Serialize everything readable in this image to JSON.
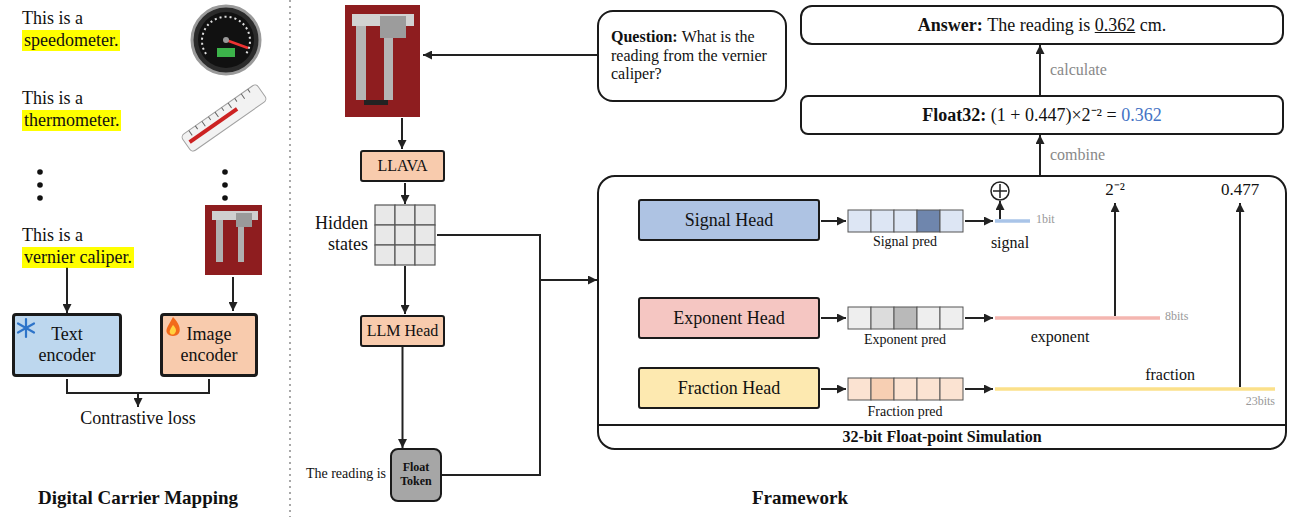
{
  "diagram": {
    "nodes": [
      {
        "text": [
          "speedometer."
        ]
      },
      {
        "text": [
          "thermometer."
        ]
      },
      {
        "text": [
          "vernier caliper."
        ]
      },
      {
        "text": [
          "Text encoder"
        ]
      },
      {
        "text": [
          "Image encoder"
        ]
      },
      {
        "text": [
          "Question:",
          "What is the reading from the vernier caliper?"
        ]
      },
      {
        "text": [
          "Answer:",
          "The reading is",
          "0.362",
          "cm."
        ]
      },
      {
        "text": [
          "Float32:",
          "(1 + 0.447)×2⁻² =",
          "0.362"
        ]
      },
      {
        "text": [
          "LLAVA"
        ]
      },
      {
        "text": [
          "LLM Head"
        ]
      },
      {
        "text": [
          "Float Token"
        ]
      },
      {
        "text": [
          "32-bit Float-point Simulation"
        ]
      },
      {
        "text": [
          "Signal Head"
        ],
        "in": 11
      },
      {
        "text": [
          "Exponent Head"
        ],
        "in": 11
      },
      {
        "text": [
          "Fraction Head"
        ],
        "in": 11
      }
    ],
    "edges": [
      {
        "from": 2,
        "to": 3,
        "arrow": "to"
      },
      {
        "from": 9,
        "to": 10,
        "arrow": "to"
      },
      {
        "from": 10,
        "to": 11,
        "arrow": "to"
      },
      {
        "from": 11,
        "to": 7,
        "arrow": "to",
        "label": "combine"
      },
      {
        "from": 7,
        "to": 6,
        "arrow": "to",
        "label": "calculate"
      }
    ],
    "labels": [
      "This is a",
      "This is a",
      "This is a",
      "Contrastive loss",
      "Digital Carrier Mapping",
      "Hidden states",
      "The reading is",
      "Signal pred",
      "signal",
      "1bit",
      "Exponent pred",
      "exponent",
      "8bits",
      "Fraction pred",
      "fraction",
      "23bits",
      "2⁻²",
      "0.477",
      "Framework"
    ]
  }
}
